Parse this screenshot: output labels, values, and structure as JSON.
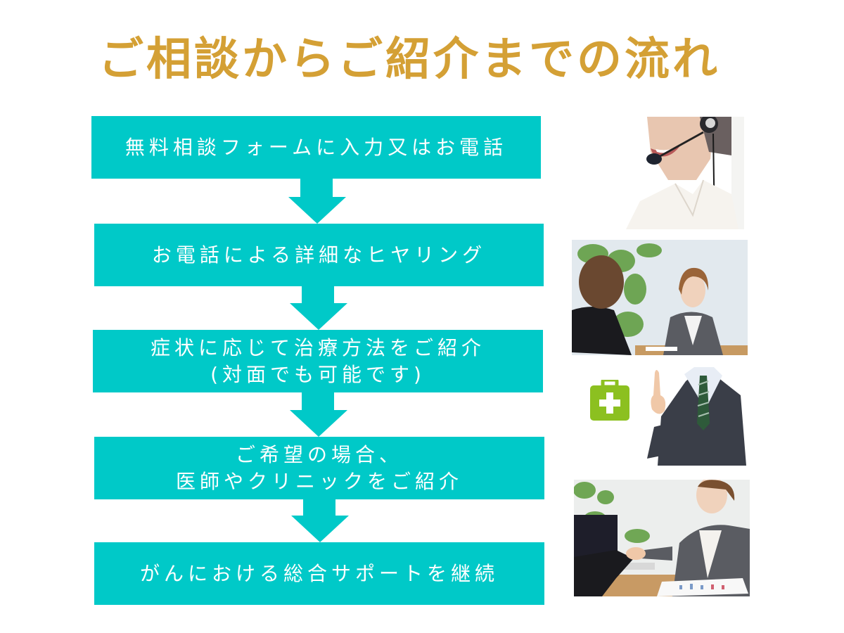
{
  "title": "ご相談からご紹介までの流れ",
  "colors": {
    "title": "#d4a035",
    "box": "#00c9c8",
    "box_text": "#ffffff",
    "medical_icon": "#8cc020"
  },
  "steps": [
    {
      "lines": [
        "無料相談フォームに入力又はお電話"
      ]
    },
    {
      "lines": [
        "お電話による詳細なヒヤリング"
      ]
    },
    {
      "lines": [
        "症状に応じて治療方法をご紹介",
        "(対面でも可能です)"
      ]
    },
    {
      "lines": [
        "ご希望の場合、",
        "医師やクリニックをご紹介"
      ]
    },
    {
      "lines": [
        "がんにおける総合サポートを継続"
      ]
    }
  ],
  "images": [
    {
      "icon": "headset-operator-photo"
    },
    {
      "icon": "consultation-meeting-photo"
    },
    {
      "icon": "medical-kit-icon"
    },
    {
      "icon": "businessman-pointing-photo"
    },
    {
      "icon": "handshake-photo"
    }
  ]
}
